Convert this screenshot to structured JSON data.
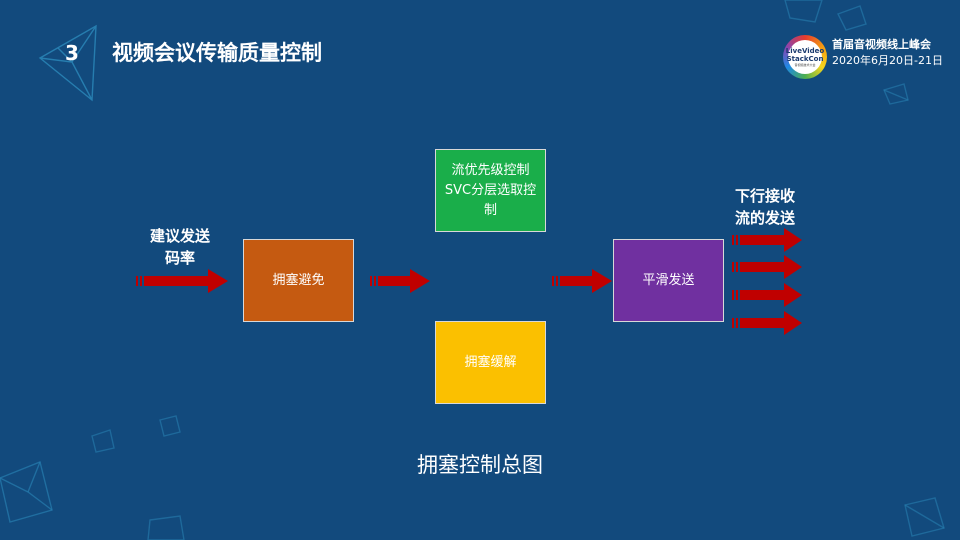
{
  "header": {
    "section_number": "3",
    "title": "视频会议传输质量控制"
  },
  "conference": {
    "logo_line1": "LiveVideo",
    "logo_line2": "StackCon",
    "logo_line3": "音视频技术大会",
    "name": "首届音视频线上峰会",
    "date": "2020年6月20日-21日"
  },
  "diagram": {
    "input_label_line1": "建议发送",
    "input_label_line2": "码率",
    "box_avoid": "拥塞避免",
    "box_priority_line1": "流优先级控制",
    "box_priority_line2": "SVC分层选取控",
    "box_priority_line3": "制",
    "box_relief": "拥塞缓解",
    "box_smooth": "平滑发送",
    "output_label_line1": "下行接收",
    "output_label_line2": "流的发送",
    "caption": "拥塞控制总图"
  },
  "colors": {
    "background": "#124a7d",
    "arrow": "#c00000",
    "box_avoid": "#c55a11",
    "box_priority": "#1aae4a",
    "box_relief": "#fbc000",
    "box_smooth": "#7030a0"
  },
  "icons": {
    "header_decoration": "wireframe-triangle-icon",
    "corner_decoration": "wireframe-crystal-icon"
  }
}
